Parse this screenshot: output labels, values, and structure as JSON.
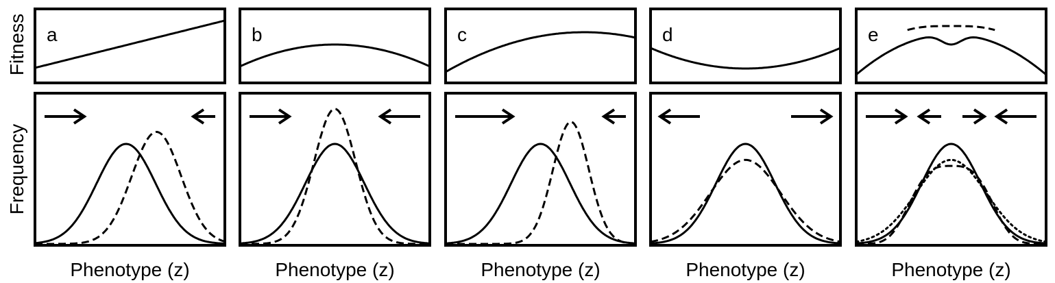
{
  "y_labels": {
    "fitness": "Fitness",
    "frequency": "Frequency"
  },
  "panels": [
    {
      "letter": "a",
      "x_label": "Phenotype (z)",
      "fitness": {
        "shape": "linear-increasing"
      },
      "distributions": [
        {
          "style": "solid",
          "mean": 0.48,
          "sd": 0.155,
          "peak": 1.0
        },
        {
          "style": "dashed",
          "mean": 0.64,
          "sd": 0.13,
          "peak": 1.12
        }
      ],
      "arrows": [
        {
          "direction": "right",
          "size": "medium"
        },
        {
          "direction": "left",
          "size": "small"
        }
      ]
    },
    {
      "letter": "b",
      "x_label": "Phenotype (z)",
      "fitness": {
        "shape": "concave-down-centered"
      },
      "distributions": [
        {
          "style": "solid",
          "mean": 0.5,
          "sd": 0.155,
          "peak": 1.0
        },
        {
          "style": "dashed",
          "mean": 0.5,
          "sd": 0.11,
          "peak": 1.35
        }
      ],
      "arrows": [
        {
          "direction": "right",
          "size": "medium"
        },
        {
          "direction": "left",
          "size": "medium"
        }
      ]
    },
    {
      "letter": "c",
      "x_label": "Phenotype (z)",
      "fitness": {
        "shape": "concave-down-right-peak"
      },
      "distributions": [
        {
          "style": "solid",
          "mean": 0.5,
          "sd": 0.155,
          "peak": 1.0
        },
        {
          "style": "dashed",
          "mean": 0.66,
          "sd": 0.095,
          "peak": 1.22
        }
      ],
      "arrows": [
        {
          "direction": "right",
          "size": "large"
        },
        {
          "direction": "left",
          "size": "small"
        }
      ]
    },
    {
      "letter": "d",
      "x_label": "Phenotype (z)",
      "fitness": {
        "shape": "concave-up-centered"
      },
      "distributions": [
        {
          "style": "solid",
          "mean": 0.5,
          "sd": 0.155,
          "peak": 1.0
        },
        {
          "style": "dashed",
          "mean": 0.5,
          "sd": 0.185,
          "peak": 0.84
        }
      ],
      "arrows": [
        {
          "direction": "left",
          "size": "medium"
        },
        {
          "direction": "right",
          "size": "medium"
        }
      ]
    },
    {
      "letter": "e",
      "x_label": "Phenotype (z)",
      "fitness": {
        "shape": "bimodal-with-dashed-plateau"
      },
      "distributions": [
        {
          "style": "solid",
          "mean": 0.5,
          "sd": 0.155,
          "peak": 1.0
        },
        {
          "style": "dashed",
          "mean": 0.5,
          "sd": 0.19,
          "peak": 0.78,
          "flat_top": true
        },
        {
          "style": "dotted",
          "mean": 0.5,
          "sd": 0.185,
          "peak": 0.84
        }
      ],
      "arrows": [
        {
          "direction": "right",
          "size": "medium"
        },
        {
          "direction": "left",
          "size": "small"
        },
        {
          "direction": "right",
          "size": "small"
        },
        {
          "direction": "left",
          "size": "medium"
        }
      ]
    }
  ]
}
